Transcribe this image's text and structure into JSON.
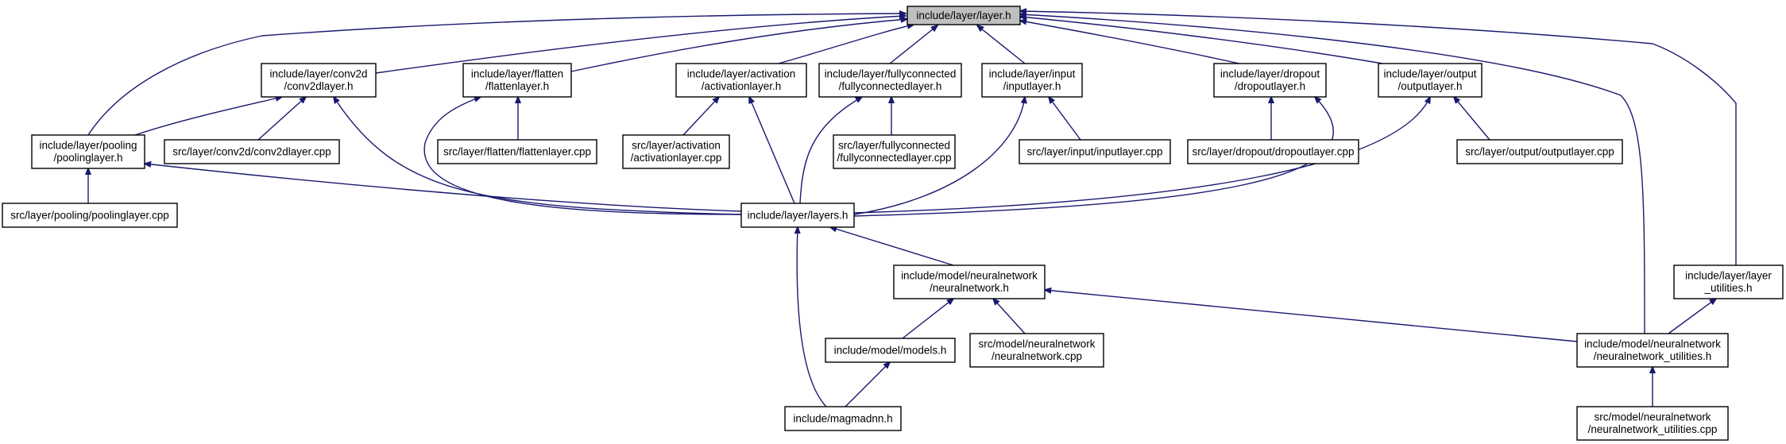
{
  "graph": {
    "nodes": [
      {
        "id": "layer_h",
        "lines": [
          "include/layer/layer.h"
        ],
        "root": true
      },
      {
        "id": "conv2dlayer_h",
        "lines": [
          "include/layer/conv2d",
          "/conv2dlayer.h"
        ]
      },
      {
        "id": "flattenlayer_h",
        "lines": [
          "include/layer/flatten",
          "/flattenlayer.h"
        ]
      },
      {
        "id": "activationlayer_h",
        "lines": [
          "include/layer/activation",
          "/activationlayer.h"
        ]
      },
      {
        "id": "fullyconnectedlayer_h",
        "lines": [
          "include/layer/fullyconnected",
          "/fullyconnectedlayer.h"
        ]
      },
      {
        "id": "inputlayer_h",
        "lines": [
          "include/layer/input",
          "/inputlayer.h"
        ]
      },
      {
        "id": "dropoutlayer_h",
        "lines": [
          "include/layer/dropout",
          "/dropoutlayer.h"
        ]
      },
      {
        "id": "outputlayer_h",
        "lines": [
          "include/layer/output",
          "/outputlayer.h"
        ]
      },
      {
        "id": "poolinglayer_h",
        "lines": [
          "include/layer/pooling",
          "/poolinglayer.h"
        ]
      },
      {
        "id": "conv2dlayer_cpp",
        "lines": [
          "src/layer/conv2d/conv2dlayer.cpp"
        ]
      },
      {
        "id": "flattenlayer_cpp",
        "lines": [
          "src/layer/flatten/flattenlayer.cpp"
        ]
      },
      {
        "id": "activationlayer_cpp",
        "lines": [
          "src/layer/activation",
          "/activationlayer.cpp"
        ]
      },
      {
        "id": "fullyconnectedlayer_cpp",
        "lines": [
          "src/layer/fullyconnected",
          "/fullyconnectedlayer.cpp"
        ]
      },
      {
        "id": "inputlayer_cpp",
        "lines": [
          "src/layer/input/inputlayer.cpp"
        ]
      },
      {
        "id": "dropoutlayer_cpp",
        "lines": [
          "src/layer/dropout/dropoutlayer.cpp"
        ]
      },
      {
        "id": "outputlayer_cpp",
        "lines": [
          "src/layer/output/outputlayer.cpp"
        ]
      },
      {
        "id": "poolinglayer_cpp",
        "lines": [
          "src/layer/pooling/poolinglayer.cpp"
        ]
      },
      {
        "id": "layers_h",
        "lines": [
          "include/layer/layers.h"
        ]
      },
      {
        "id": "neuralnetwork_h",
        "lines": [
          "include/model/neuralnetwork",
          "/neuralnetwork.h"
        ]
      },
      {
        "id": "layer_utilities_h",
        "lines": [
          "include/layer/layer",
          "_utilities.h"
        ]
      },
      {
        "id": "models_h",
        "lines": [
          "include/model/models.h"
        ]
      },
      {
        "id": "neuralnetwork_cpp",
        "lines": [
          "src/model/neuralnetwork",
          "/neuralnetwork.cpp"
        ]
      },
      {
        "id": "neuralnetwork_utilities_h",
        "lines": [
          "include/model/neuralnetwork",
          "/neuralnetwork_utilities.h"
        ]
      },
      {
        "id": "magmadnn_h",
        "lines": [
          "include/magmadnn.h"
        ]
      },
      {
        "id": "neuralnetwork_utilities_cpp",
        "lines": [
          "src/model/neuralnetwork",
          "/neuralnetwork_utilities.cpp"
        ]
      }
    ],
    "edges": [
      {
        "from": "poolinglayer_h",
        "to": "layer_h"
      },
      {
        "from": "conv2dlayer_h",
        "to": "layer_h"
      },
      {
        "from": "flattenlayer_h",
        "to": "layer_h"
      },
      {
        "from": "activationlayer_h",
        "to": "layer_h"
      },
      {
        "from": "fullyconnectedlayer_h",
        "to": "layer_h"
      },
      {
        "from": "inputlayer_h",
        "to": "layer_h"
      },
      {
        "from": "dropoutlayer_h",
        "to": "layer_h"
      },
      {
        "from": "outputlayer_h",
        "to": "layer_h"
      },
      {
        "from": "neuralnetwork_utilities_h",
        "to": "layer_h"
      },
      {
        "from": "layer_utilities_h",
        "to": "layer_h"
      },
      {
        "from": "poolinglayer_h",
        "to": "conv2dlayer_h"
      },
      {
        "from": "conv2dlayer_cpp",
        "to": "conv2dlayer_h"
      },
      {
        "from": "layers_h",
        "to": "conv2dlayer_h"
      },
      {
        "from": "poolinglayer_cpp",
        "to": "poolinglayer_h"
      },
      {
        "from": "layers_h",
        "to": "poolinglayer_h"
      },
      {
        "from": "flattenlayer_cpp",
        "to": "flattenlayer_h"
      },
      {
        "from": "layers_h",
        "to": "flattenlayer_h"
      },
      {
        "from": "activationlayer_cpp",
        "to": "activationlayer_h"
      },
      {
        "from": "layers_h",
        "to": "activationlayer_h"
      },
      {
        "from": "fullyconnectedlayer_cpp",
        "to": "fullyconnectedlayer_h"
      },
      {
        "from": "layers_h",
        "to": "fullyconnectedlayer_h"
      },
      {
        "from": "inputlayer_cpp",
        "to": "inputlayer_h"
      },
      {
        "from": "layers_h",
        "to": "inputlayer_h"
      },
      {
        "from": "dropoutlayer_cpp",
        "to": "dropoutlayer_h"
      },
      {
        "from": "layers_h",
        "to": "dropoutlayer_h"
      },
      {
        "from": "outputlayer_cpp",
        "to": "outputlayer_h"
      },
      {
        "from": "layers_h",
        "to": "outputlayer_h"
      },
      {
        "from": "neuralnetwork_h",
        "to": "layers_h"
      },
      {
        "from": "magmadnn_h",
        "to": "layers_h"
      },
      {
        "from": "models_h",
        "to": "neuralnetwork_h"
      },
      {
        "from": "neuralnetwork_cpp",
        "to": "neuralnetwork_h"
      },
      {
        "from": "neuralnetwork_utilities_h",
        "to": "neuralnetwork_h"
      },
      {
        "from": "neuralnetwork_utilities_h",
        "to": "layer_utilities_h"
      },
      {
        "from": "magmadnn_h",
        "to": "models_h"
      },
      {
        "from": "neuralnetwork_utilities_cpp",
        "to": "neuralnetwork_utilities_h"
      }
    ]
  }
}
